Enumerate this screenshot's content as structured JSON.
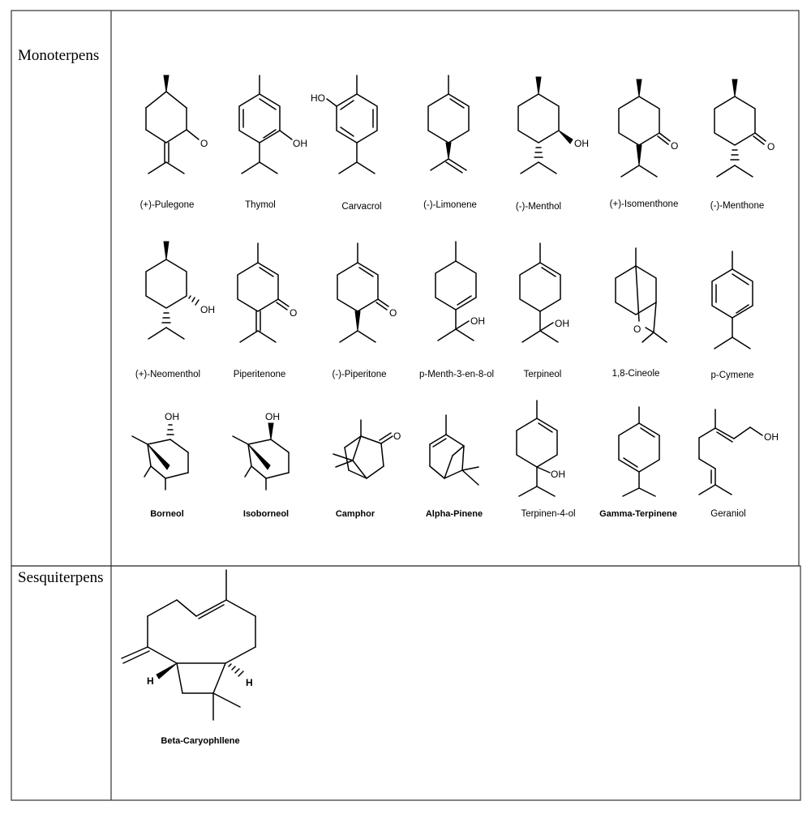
{
  "categories": {
    "mono": "Monoterpens",
    "sesqui": "Sesquiterpens"
  },
  "labels": {
    "pulegone": "(+)-Pulegone",
    "thymol": "Thymol",
    "carvacrol": "Carvacrol",
    "limonene": "(-)-Limonene",
    "menthol": "(-)-Menthol",
    "isomenthone": "(+)-Isomenthone",
    "menthone": "(-)-Menthone",
    "neomenthol": "(+)-Neomenthol",
    "piperitenone": "Piperitenone",
    "piperitone": "(-)-Piperitone",
    "pmenthenol": "p-Menth-3-en-8-ol",
    "terpineol": "Terpineol",
    "cineole": "1,8-Cineole",
    "cymene": "p-Cymene",
    "borneol": "Borneol",
    "isoborneol": "Isoborneol",
    "camphor": "Camphor",
    "pinene": "Alpha-Pinene",
    "terpinen4ol": "Terpinen-4-ol",
    "gammaterpinene": "Gamma-Terpinene",
    "geraniol": "Geraniol",
    "caryophyllene": "Beta-Caryophllene"
  },
  "atoms": {
    "O": "O",
    "OH": "OH",
    "HO": "HO",
    "H": "H"
  }
}
